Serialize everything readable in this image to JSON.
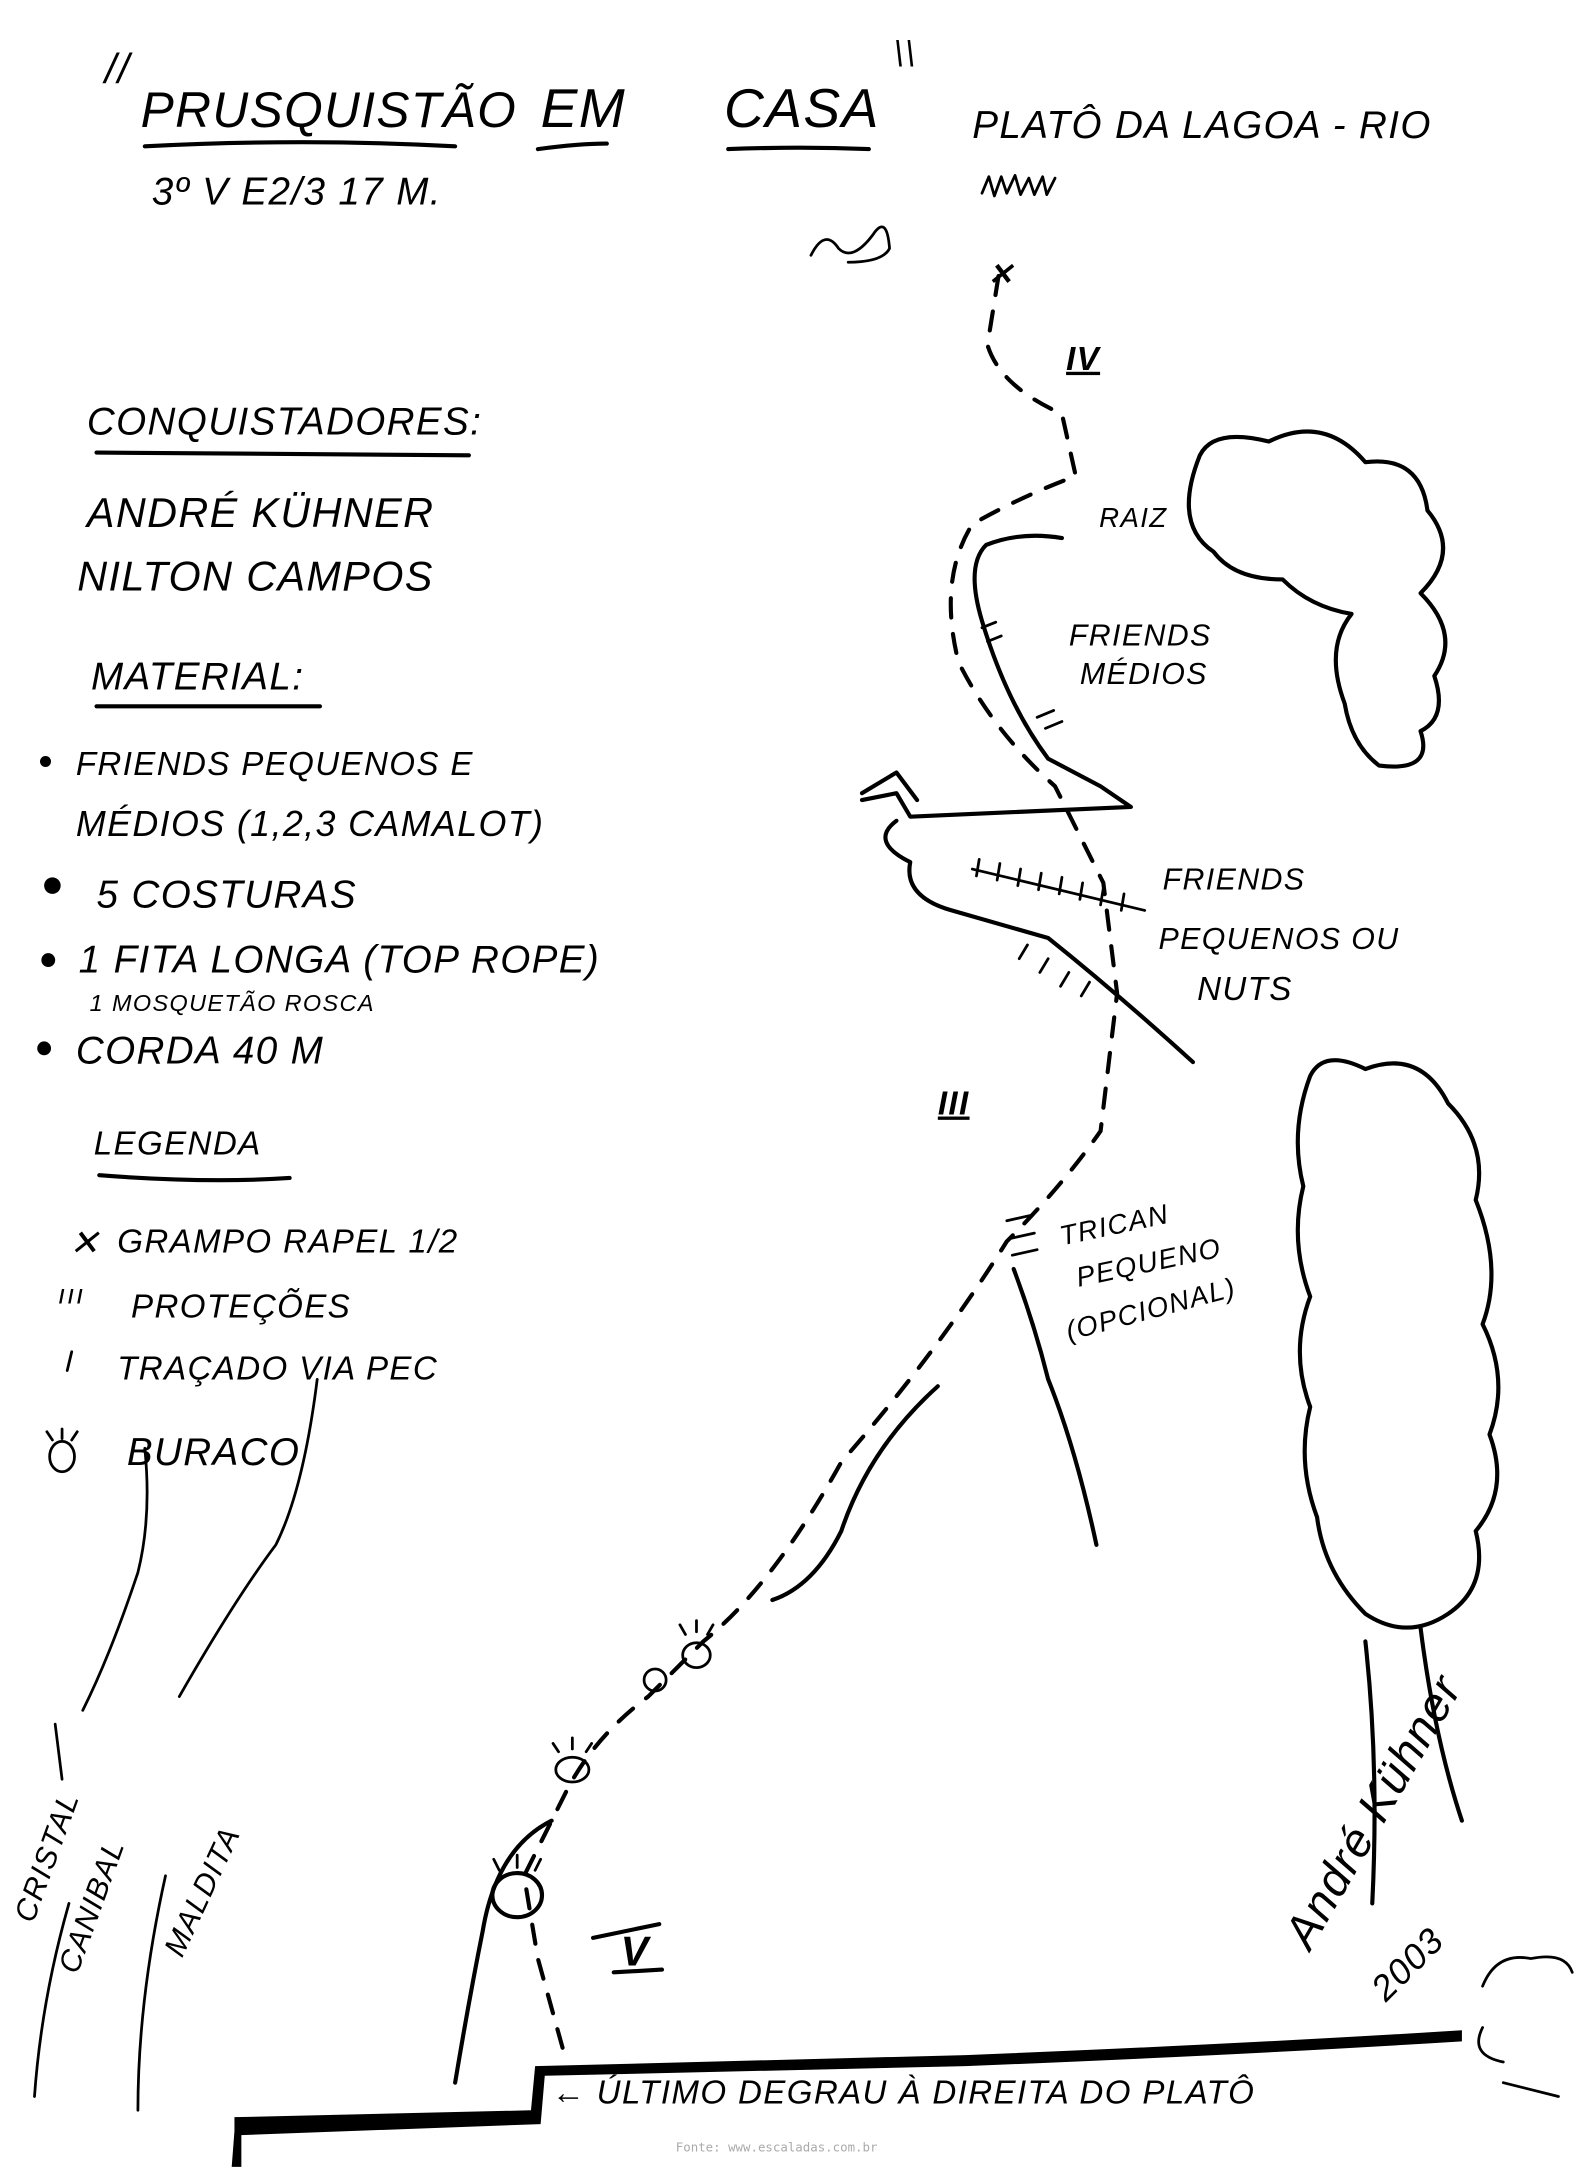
{
  "title": {
    "open_quote": "//",
    "word1": "PRUSQUISTÃO",
    "word2": "EM",
    "word3": "CASA",
    "close_quote": "\\\\"
  },
  "grade": "3º V E2/3   17 M.",
  "location": "PLATÔ DA LAGOA - RIO",
  "conquistadores": {
    "heading": "CONQUISTADORES:",
    "names": [
      "ANDRÉ KÜHNER",
      "NILTON CAMPOS"
    ]
  },
  "material": {
    "heading": "MATERIAL:",
    "items": [
      "FRIENDS PEQUENOS E",
      "MÉDIOS (1,2,3 CAMALOT)",
      "5 COSTURAS",
      "1 FITA LONGA (TOP ROPE)",
      "1 MOSQUETÃO ROSCA",
      "CORDA 40 M"
    ]
  },
  "legenda": {
    "heading": "LEGENDA",
    "items": [
      {
        "symbol": "✕",
        "label": "GRAMPO RAPEL 1/2"
      },
      {
        "symbol": "ııı",
        "label": "PROTEÇÕES"
      },
      {
        "symbol": "⁄",
        "label": "TRAÇADO VIA PEC"
      },
      {
        "symbol": "hole",
        "label": "BURACO"
      }
    ]
  },
  "route": {
    "pitch_iv": "IV",
    "raiz": "RAIZ",
    "friends_medios": [
      "FRIENDS",
      "MÉDIOS"
    ],
    "friends_pequenos": [
      "FRIENDS",
      "PEQUENOS OU",
      "NUTS"
    ],
    "pitch_iii": "III",
    "tricam": [
      "TRICAN",
      "PEQUENO",
      "(OPCIONAL)"
    ],
    "pitch_v": "V"
  },
  "neighbor_routes": [
    "CRISTAL",
    "CANIBAL",
    "MALDITA"
  ],
  "base_note": "← ÚLTIMO DEGRAU À DIREITA DO PLATÔ",
  "signature": {
    "name": "André Kühner",
    "year": "2003"
  },
  "source": "Fonte: www.escaladas.com.br"
}
